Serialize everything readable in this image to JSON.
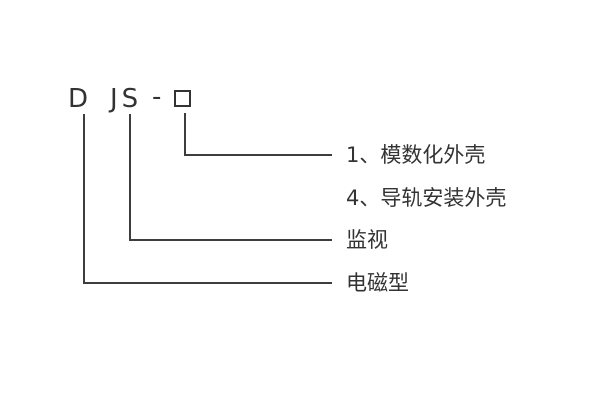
{
  "diagram": {
    "code": {
      "d": "D",
      "js": "JS",
      "dash": "-"
    },
    "placeholder_box": "square-placeholder",
    "annotations": {
      "housing_option_1": "1、模数化外壳",
      "housing_option_2": "4、导轨安装外壳",
      "js_meaning": "监视",
      "d_meaning": "电磁型"
    },
    "colors": {
      "text": "#333333",
      "line": "#3d3d3d",
      "background": "#ffffff"
    }
  }
}
